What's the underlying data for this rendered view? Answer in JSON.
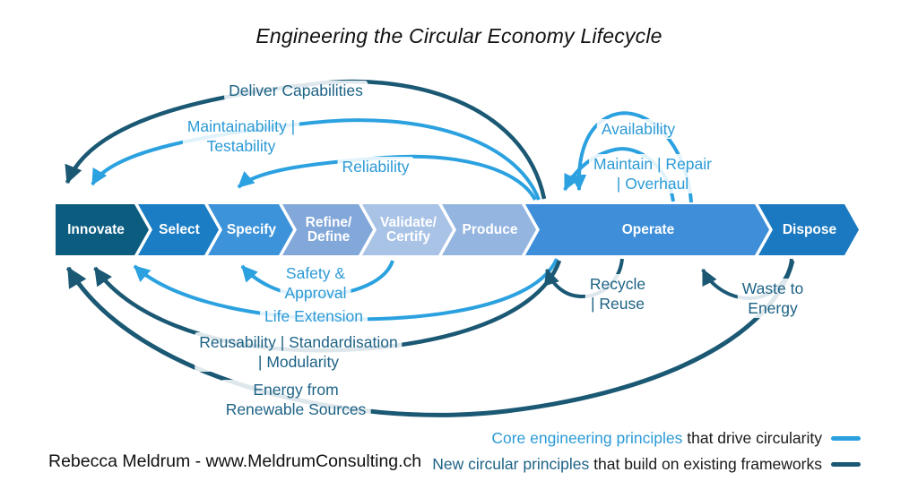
{
  "title": "Engineering the Circular Economy Lifecycle",
  "attribution": "Rebecca Meldrum - www.MeldrumConsulting.ch",
  "colors": {
    "core": "#2BA1E0",
    "new": "#1A5874",
    "core-text": "#2B9AD6",
    "new-text": "#1D6285"
  },
  "stages": [
    {
      "lines": [
        "Innovate"
      ],
      "color": "#0C5C80"
    },
    {
      "lines": [
        "Select"
      ],
      "color": "#1B7EC5"
    },
    {
      "lines": [
        "Specify"
      ],
      "color": "#3D93DA"
    },
    {
      "lines": [
        "Refine/",
        "Define"
      ],
      "color": "#82A7D9"
    },
    {
      "lines": [
        "Validate/",
        "Certify"
      ],
      "color": "#A9C3E6"
    },
    {
      "lines": [
        "Produce"
      ],
      "color": "#93B5E0"
    },
    {
      "lines": [
        "Operate"
      ],
      "color": "#3E8ED9"
    },
    {
      "lines": [
        "Dispose"
      ],
      "color": "#1A79C0"
    }
  ],
  "principles": {
    "top": [
      {
        "id": "deliver-capabilities",
        "lines": [
          "Deliver Capabilities"
        ],
        "type": "new"
      },
      {
        "id": "maintainability-testability",
        "lines": [
          "Maintainability |",
          "Testability"
        ],
        "type": "core"
      },
      {
        "id": "reliability",
        "lines": [
          "Reliability"
        ],
        "type": "core"
      },
      {
        "id": "availability",
        "lines": [
          "Availability"
        ],
        "type": "core"
      },
      {
        "id": "maintain-repair-overhaul",
        "lines": [
          "Maintain | Repair",
          "| Overhaul"
        ],
        "type": "core"
      }
    ],
    "bottom": [
      {
        "id": "safety-approval",
        "lines": [
          "Safety &",
          "Approval"
        ],
        "type": "core"
      },
      {
        "id": "life-extension",
        "lines": [
          "Life Extension"
        ],
        "type": "core"
      },
      {
        "id": "reusability-standardisation-modularity",
        "lines": [
          "Reusability | Standardisation",
          "| Modularity"
        ],
        "type": "new"
      },
      {
        "id": "energy-from-renewable-sources",
        "lines": [
          "Energy from",
          "Renewable Sources"
        ],
        "type": "new"
      },
      {
        "id": "recycle-reuse",
        "lines": [
          "Recycle",
          "| Reuse"
        ],
        "type": "new"
      },
      {
        "id": "waste-to-energy",
        "lines": [
          "Waste to",
          "Energy"
        ],
        "type": "new"
      }
    ]
  },
  "legend": {
    "rows": [
      {
        "highlight": "Core engineering principles",
        "rest": " that drive circularity",
        "type": "core"
      },
      {
        "highlight": "New circular principles",
        "rest": " that build on existing frameworks",
        "type": "new"
      }
    ]
  }
}
